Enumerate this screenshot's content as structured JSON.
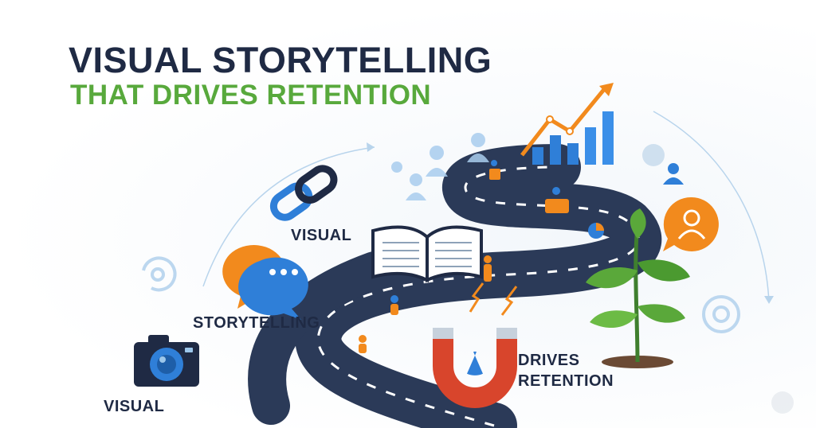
{
  "title": {
    "line1": "VISUAL STORYTELLING",
    "line2": "THAT DRIVES RETENTION"
  },
  "labels": {
    "visual_top": "VISUAL",
    "storytelling": "STORYTELLING",
    "visual_bottom": "VISUAL",
    "drives": "DRIVES",
    "retention": "RETENTION"
  },
  "colors": {
    "navy": "#1f2a44",
    "green": "#58a93c",
    "road": "#2b3a58",
    "orange": "#f28a1d",
    "blue": "#2f7fd8",
    "light_blue": "#9cc6ea"
  },
  "icons": [
    "chain-link-icon",
    "chat-bubbles-icon",
    "camera-icon",
    "open-book-icon",
    "magnet-icon",
    "growth-chart-icon",
    "sprout-icon",
    "user-badge-icon",
    "people-network-icon",
    "gear-icon",
    "refresh-cycle-icon"
  ]
}
